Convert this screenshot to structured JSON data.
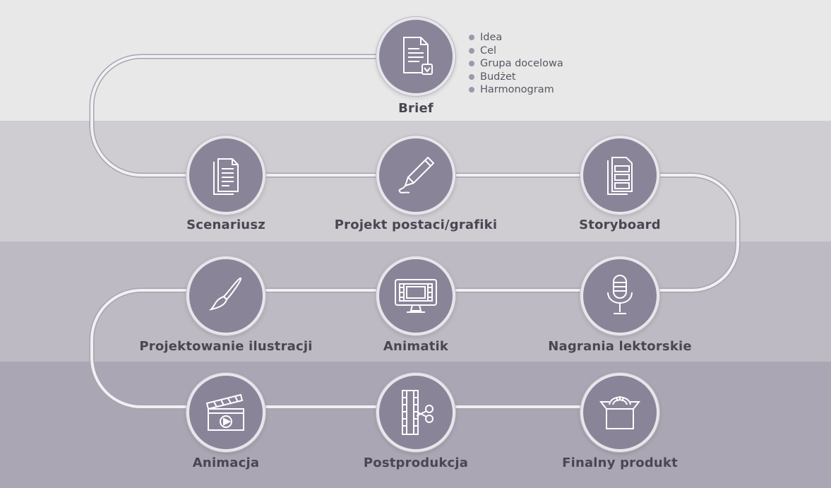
{
  "steps": [
    {
      "label": "Brief",
      "icon": "document-check-icon"
    },
    {
      "label": "Scenariusz",
      "icon": "document-stack-icon"
    },
    {
      "label": "Projekt postaci/grafiki",
      "icon": "pencil-icon"
    },
    {
      "label": "Storyboard",
      "icon": "storyboard-icon"
    },
    {
      "label": "Projektowanie ilustracji",
      "icon": "paintbrush-icon"
    },
    {
      "label": "Animatik",
      "icon": "monitor-film-icon"
    },
    {
      "label": "Nagrania lektorskie",
      "icon": "microphone-icon"
    },
    {
      "label": "Animacja",
      "icon": "clapperboard-icon"
    },
    {
      "label": "Postprodukcja",
      "icon": "film-scissors-icon"
    },
    {
      "label": "Finalny produkt",
      "icon": "open-box-icon"
    }
  ],
  "brief_items": [
    "Idea",
    "Cel",
    "Grupa docelowa",
    "Budżet",
    "Harmonogram"
  ],
  "colors": {
    "circle": "#8a8499",
    "icon_stroke": "#ffffff",
    "label": "#4a4652",
    "path": "#f1f0f3"
  }
}
